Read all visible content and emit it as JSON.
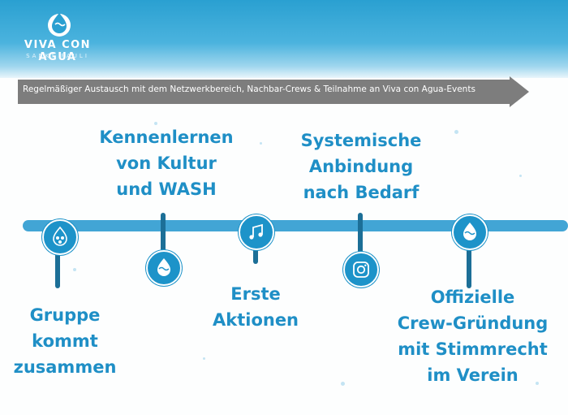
{
  "logo": {
    "name": "VIVA CON AGUA",
    "subtitle": "SANKT PAULI"
  },
  "arrow_banner": {
    "text": "Regelmäßiger Austausch mit dem Netzwerkbereich, Nachbar-Crews & Teilnahme an Viva con Agua-Events"
  },
  "steps": [
    {
      "label_lines": [
        "Gruppe",
        "kommt",
        "zusammen"
      ],
      "icon": "people-group-icon"
    },
    {
      "label_lines": [
        "Kennenlernen",
        "von Kultur",
        "und WASH"
      ],
      "icon": "globe-drop-icon"
    },
    {
      "label_lines": [
        "Erste",
        "Aktionen"
      ],
      "icon": "music-notes-icon"
    },
    {
      "label_lines": [
        "Systemische",
        "Anbindung",
        "nach Bedarf"
      ],
      "icon": "instagram-icon"
    },
    {
      "label_lines": [
        "Offizielle",
        "Crew-Gründung",
        "mit Stimmrecht",
        "im Verein"
      ],
      "icon": "globe-drop-icon"
    }
  ],
  "colors": {
    "primary_blue": "#1f8fc6",
    "banner_grey": "#7d7d7d",
    "stem_blue": "#1c6f97"
  }
}
